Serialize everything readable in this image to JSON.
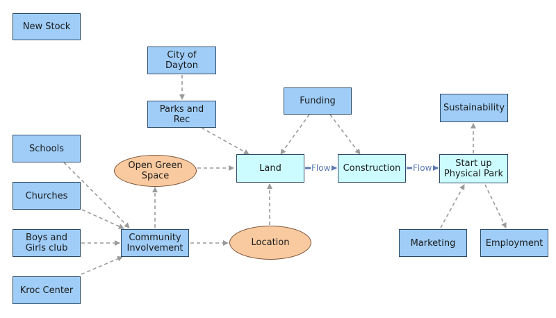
{
  "nodes": {
    "new_stock": "New Stock",
    "city_of_dayton": "City of Dayton",
    "parks_and_rec": "Parks and Rec",
    "funding": "Funding",
    "sustainability": "Sustainability",
    "schools": "Schools",
    "open_green_space": "Open Green Space",
    "land": "Land",
    "construction": "Construction",
    "start_up_physical_park": "Start up Physical Park",
    "churches": "Churches",
    "boys_and_girls_club": "Boys and Girls club",
    "community_involvement": "Community Involvement",
    "location": "Location",
    "marketing": "Marketing",
    "employment": "Employment",
    "kroc_center": "Kroc Center"
  },
  "flows": {
    "land_to_construction": "Flow",
    "construction_to_start_up": "Flow"
  },
  "colors": {
    "stock_fill": "#9fcdf7",
    "converter_fill": "#f9caa0",
    "highlight_fill": "#ccfcff",
    "connector": "#9a9a9a",
    "flow": "#5d79b3"
  }
}
